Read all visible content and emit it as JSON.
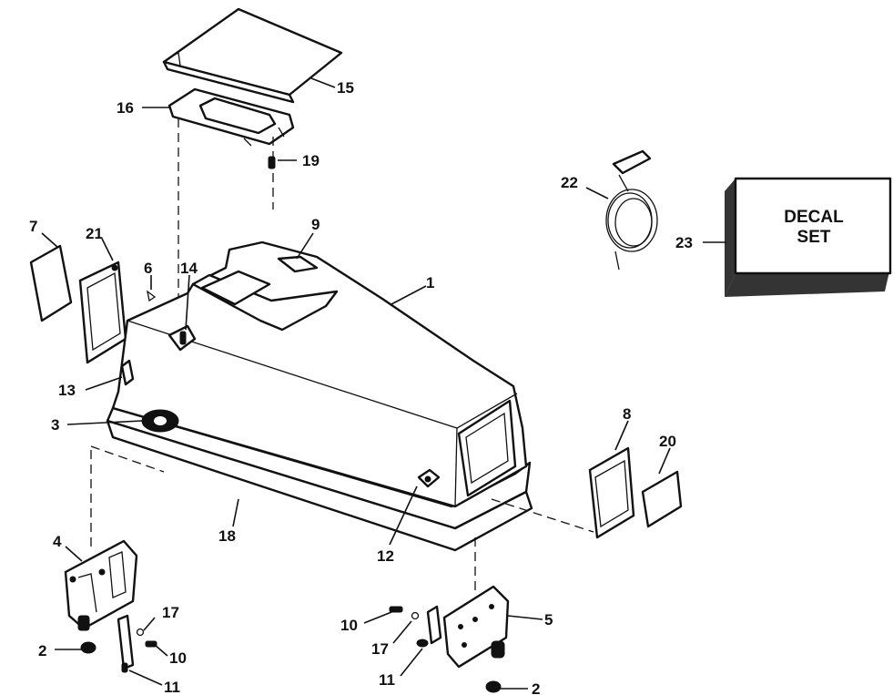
{
  "decal_box": {
    "line1": "DECAL",
    "line2": "SET"
  },
  "labels": {
    "l1": "1",
    "l2a": "2",
    "l2b": "2",
    "l3": "3",
    "l4": "4",
    "l5": "5",
    "l6": "6",
    "l7": "7",
    "l8": "8",
    "l9": "9",
    "l10a": "10",
    "l10b": "10",
    "l11a": "11",
    "l11b": "11",
    "l12": "12",
    "l13": "13",
    "l14": "14",
    "l15": "15",
    "l16": "16",
    "l17a": "17",
    "l17b": "17",
    "l18": "18",
    "l19": "19",
    "l20": "20",
    "l21": "21",
    "l22": "22",
    "l23": "23"
  }
}
